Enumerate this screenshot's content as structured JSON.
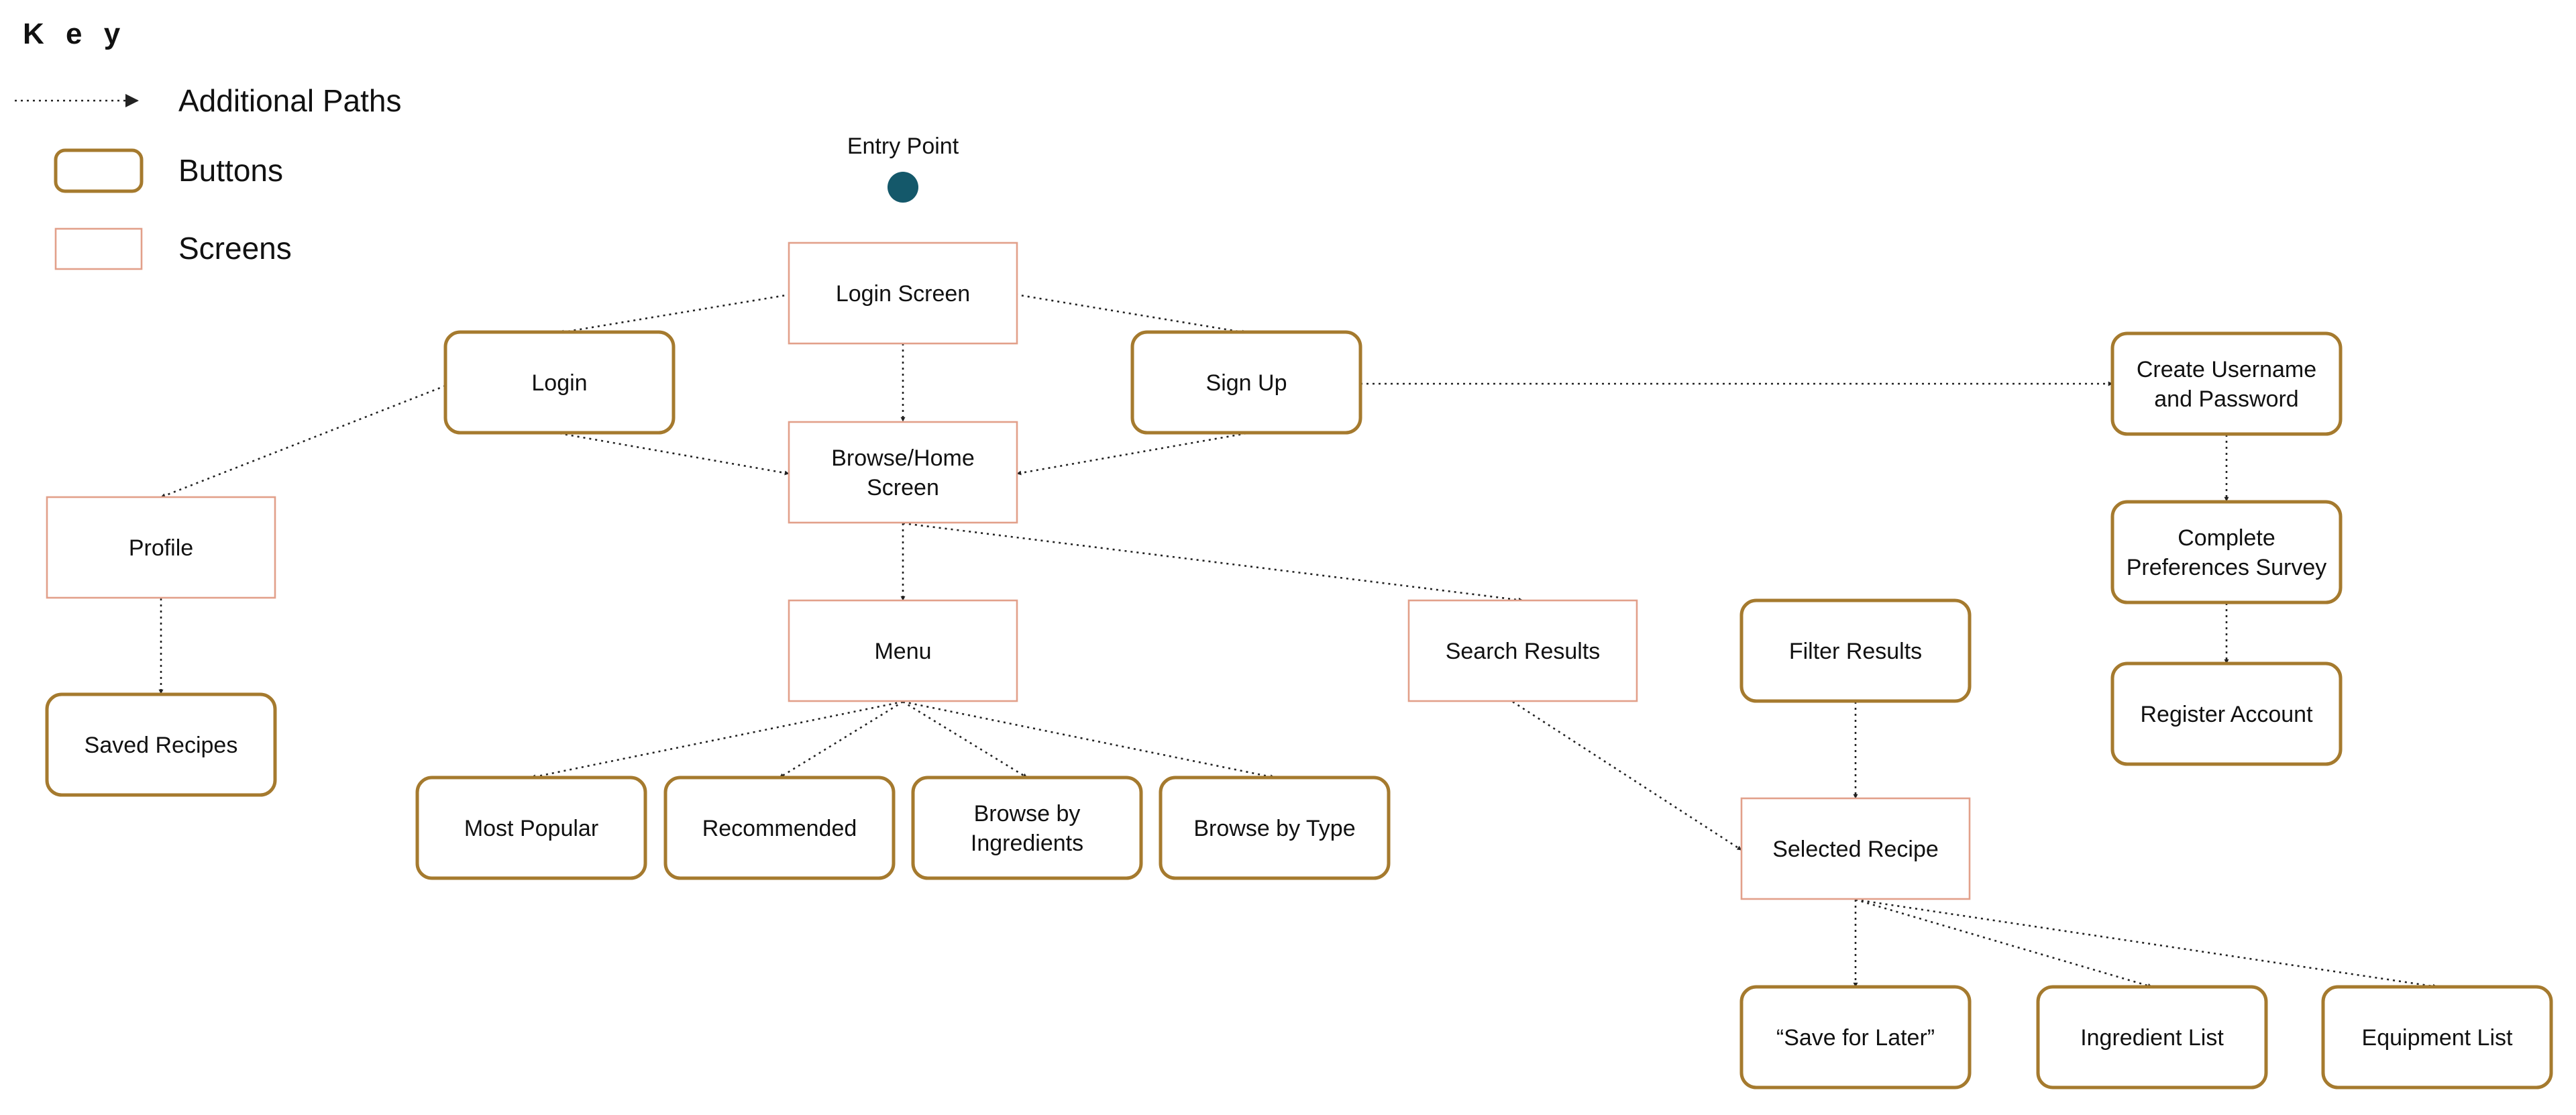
{
  "key": {
    "title": "K e y",
    "items": [
      {
        "kind": "path",
        "label": "Additional Paths"
      },
      {
        "kind": "button",
        "label": "Buttons"
      },
      {
        "kind": "screen",
        "label": "Screens"
      }
    ]
  },
  "entry_point": {
    "label": "Entry Point",
    "color": "#14586a"
  },
  "colors": {
    "button_border": "#a57a2e",
    "screen_border": "#e2a08a",
    "edge": "#222222"
  },
  "nodes": [
    {
      "id": "login-screen",
      "kind": "screen",
      "lines": [
        "Login Screen"
      ]
    },
    {
      "id": "login",
      "kind": "button",
      "lines": [
        "Login"
      ]
    },
    {
      "id": "sign-up",
      "kind": "button",
      "lines": [
        "Sign Up"
      ]
    },
    {
      "id": "browse-home",
      "kind": "screen",
      "lines": [
        "Browse/Home",
        "Screen"
      ]
    },
    {
      "id": "profile",
      "kind": "screen",
      "lines": [
        "Profile"
      ]
    },
    {
      "id": "saved-recipes",
      "kind": "button",
      "lines": [
        "Saved Recipes"
      ]
    },
    {
      "id": "menu",
      "kind": "screen",
      "lines": [
        "Menu"
      ]
    },
    {
      "id": "search-results",
      "kind": "screen",
      "lines": [
        "Search Results"
      ]
    },
    {
      "id": "most-popular",
      "kind": "button",
      "lines": [
        "Most Popular"
      ]
    },
    {
      "id": "recommended",
      "kind": "button",
      "lines": [
        "Recommended"
      ]
    },
    {
      "id": "browse-by-ingredients",
      "kind": "button",
      "lines": [
        "Browse by",
        "Ingredients"
      ]
    },
    {
      "id": "browse-by-type",
      "kind": "button",
      "lines": [
        "Browse by Type"
      ]
    },
    {
      "id": "filter-results",
      "kind": "button",
      "lines": [
        "Filter Results"
      ]
    },
    {
      "id": "selected-recipe",
      "kind": "screen",
      "lines": [
        "Selected Recipe"
      ]
    },
    {
      "id": "save-for-later",
      "kind": "button",
      "lines": [
        "“Save for Later”"
      ]
    },
    {
      "id": "ingredient-list",
      "kind": "button",
      "lines": [
        "Ingredient List"
      ]
    },
    {
      "id": "equipment-list",
      "kind": "button",
      "lines": [
        "Equipment List"
      ]
    },
    {
      "id": "create-username",
      "kind": "button",
      "lines": [
        "Create Username",
        "and Password"
      ]
    },
    {
      "id": "complete-survey",
      "kind": "button",
      "lines": [
        "Complete",
        "Preferences Survey"
      ]
    },
    {
      "id": "register-account",
      "kind": "button",
      "lines": [
        "Register Account"
      ]
    }
  ],
  "edges": [
    {
      "from": "entry-point",
      "to": "login-screen"
    },
    {
      "from": "login-screen",
      "to": "login"
    },
    {
      "from": "login-screen",
      "to": "sign-up"
    },
    {
      "from": "login-screen",
      "to": "browse-home"
    },
    {
      "from": "login",
      "to": "browse-home"
    },
    {
      "from": "sign-up",
      "to": "browse-home"
    },
    {
      "from": "login",
      "to": "profile"
    },
    {
      "from": "sign-up",
      "to": "create-username"
    },
    {
      "from": "create-username",
      "to": "complete-survey"
    },
    {
      "from": "complete-survey",
      "to": "register-account"
    },
    {
      "from": "profile",
      "to": "saved-recipes"
    },
    {
      "from": "browse-home",
      "to": "menu"
    },
    {
      "from": "browse-home",
      "to": "search-results"
    },
    {
      "from": "menu",
      "to": "most-popular"
    },
    {
      "from": "menu",
      "to": "recommended"
    },
    {
      "from": "menu",
      "to": "browse-by-ingredients"
    },
    {
      "from": "menu",
      "to": "browse-by-type"
    },
    {
      "from": "search-results",
      "to": "selected-recipe"
    },
    {
      "from": "filter-results",
      "to": "selected-recipe"
    },
    {
      "from": "selected-recipe",
      "to": "save-for-later"
    },
    {
      "from": "selected-recipe",
      "to": "ingredient-list"
    },
    {
      "from": "selected-recipe",
      "to": "equipment-list"
    }
  ]
}
